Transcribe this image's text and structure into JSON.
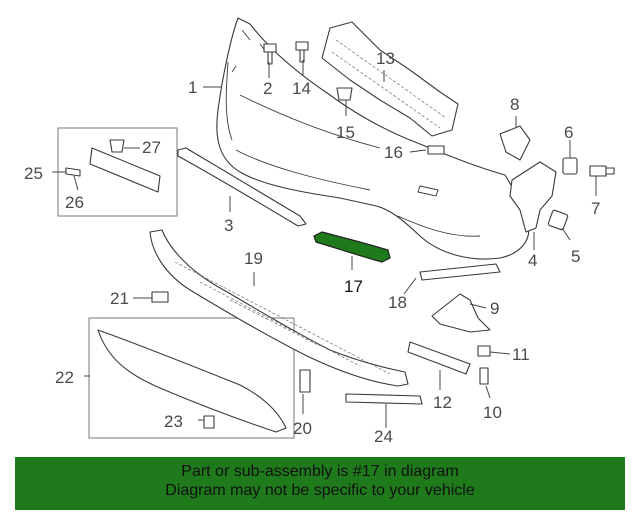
{
  "diagram": {
    "highlight_color": "#1f7a1c",
    "callouts": [
      "1",
      "2",
      "3",
      "4",
      "5",
      "6",
      "7",
      "8",
      "9",
      "10",
      "11",
      "12",
      "13",
      "14",
      "15",
      "16",
      "17",
      "18",
      "19",
      "20",
      "21",
      "22",
      "23",
      "24",
      "25",
      "26",
      "27"
    ]
  },
  "banner": {
    "line1": "Part or sub-assembly is #17 in diagram",
    "line2": "Diagram may not be specific to your vehicle",
    "background": "#1f7a1c"
  }
}
